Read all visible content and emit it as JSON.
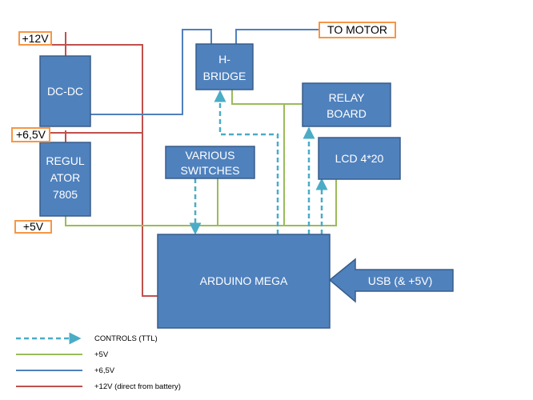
{
  "blocks": {
    "dcdc": "DC-DC",
    "regulator": [
      "REGUL",
      "ATOR",
      "7805"
    ],
    "hbridge": [
      "H-",
      "BRIDGE"
    ],
    "relay": [
      "RELAY",
      "BOARD"
    ],
    "switches": [
      "VARIOUS",
      "SWITCHES"
    ],
    "lcd": "LCD 4*20",
    "arduino": "ARDUINO MEGA",
    "usb": "USB (& +5V)"
  },
  "labels": {
    "v12": "+12V",
    "v65": "+6,5V",
    "v5": "+5V",
    "motor": "TO MOTOR"
  },
  "legend": [
    {
      "label": "CONTROLS (TTL)",
      "color": "#4bacc6",
      "style": "dashed-arrow"
    },
    {
      "label": "+5V",
      "color": "#9bbb59",
      "style": "solid"
    },
    {
      "label": "+6,5V",
      "color": "#4f81bd",
      "style": "solid"
    },
    {
      "label": "+12V (direct from battery)",
      "color": "#c0504d",
      "style": "solid"
    }
  ],
  "colors": {
    "box_fill": "#4f81bd",
    "box_stroke": "#385d8a",
    "label_border": "#f79646",
    "line_12v": "#c0504d",
    "line_5v": "#9bbb59",
    "line_65v": "#4f81bd",
    "line_ctrl": "#4bacc6"
  }
}
